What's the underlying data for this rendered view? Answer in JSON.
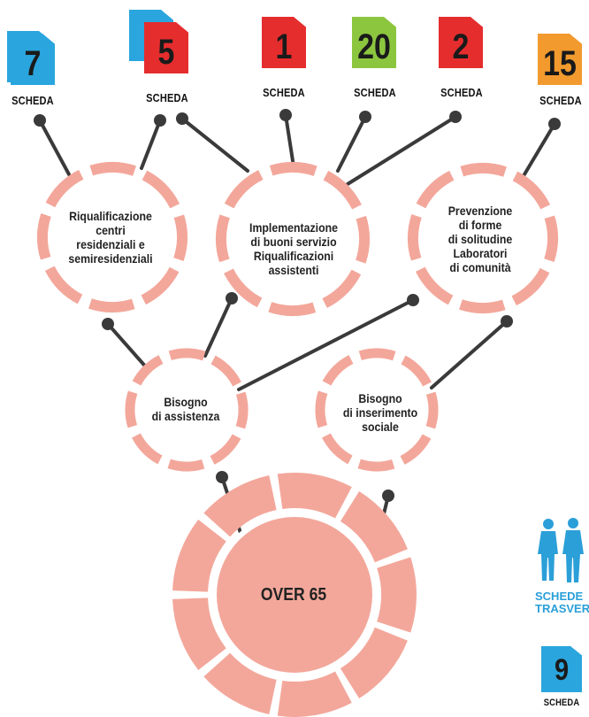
{
  "colors": {
    "ring": "#f3a79b",
    "node_fill": "#ffffff",
    "center_fill": "#f3a79b",
    "connector": "#3a3a3a",
    "badge_blue": "#2aa5dd",
    "badge_red": "#e52d2e",
    "badge_green": "#8cc63f",
    "badge_orange": "#f29a2e",
    "trasversali_blue": "#2b9fd8"
  },
  "badges": [
    {
      "number": "7",
      "label": "SCHEDA",
      "color": "badge_blue"
    },
    {
      "number": "5",
      "label": "SCHEDA",
      "color": "badge_red"
    },
    {
      "number": "1",
      "label": "SCHEDA",
      "color": "badge_red"
    },
    {
      "number": "20",
      "label": "SCHEDA",
      "color": "badge_green"
    },
    {
      "number": "2",
      "label": "SCHEDA",
      "color": "badge_red"
    },
    {
      "number": "15",
      "label": "SCHEDA",
      "color": "badge_orange"
    }
  ],
  "nodes": {
    "riqualificazione": {
      "lines": [
        "Riqualificazione",
        "centri",
        "residenziali e",
        "semiresidenziali"
      ]
    },
    "implementazione": {
      "lines": [
        "Implementazione",
        "di buoni servizio",
        "Riqualificazioni",
        "assistenti"
      ]
    },
    "prevenzione": {
      "lines": [
        "Prevenzione",
        "di forme",
        "di solitudine",
        "Laboratori",
        "di comunità"
      ]
    },
    "bisogno_assistenza": {
      "lines": [
        "Bisogno",
        "di assistenza"
      ]
    },
    "bisogno_inserimento": {
      "lines": [
        "Bisogno",
        "di inserimento",
        "sociale"
      ]
    },
    "over65": {
      "label": "OVER 65"
    }
  },
  "trasversali": {
    "line1": "SCHEDE",
    "line2": "TRASVERSALI",
    "badge_number": "9",
    "badge_label": "SCHEDA",
    "icon": "people-icon"
  }
}
